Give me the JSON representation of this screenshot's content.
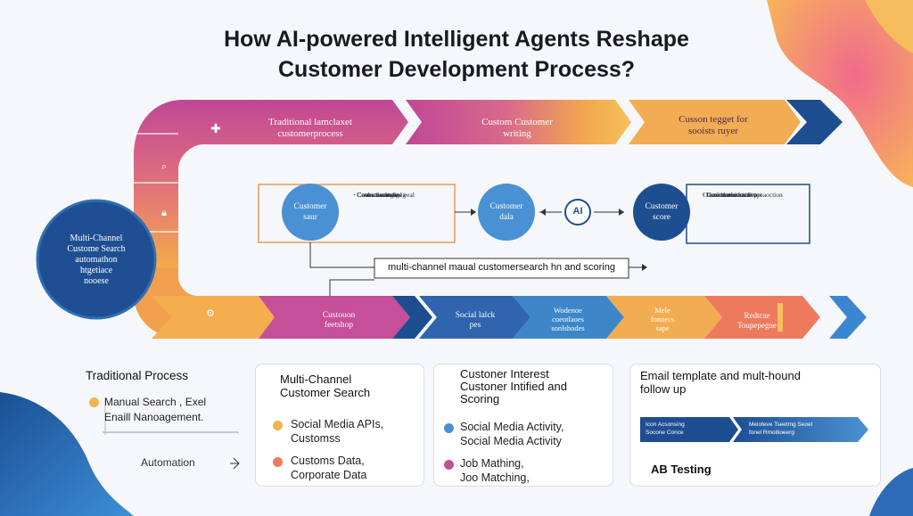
{
  "title": {
    "line1": "How AI-powered Intelligent Agents Reshape",
    "line2": "Customer Development Process?"
  },
  "top_band": {
    "stage1": "Traditional lamclaxet\ncustomerprocess",
    "stage2": "Custom Customer\nwriting",
    "stage3": "Cusson tegget for\nsooists ruyer"
  },
  "left_circle": {
    "label": "Multi-Channel\nCustome Search\nautomathon\nhtgetiace\nnooese"
  },
  "middle": {
    "node1": {
      "label": "Customer\nsaur",
      "notes": [
        "· Cookcte aoteaml eeal",
        "· Cnoocaserlagie",
        "· Cetcec socetarg",
        "· Ceee sosocnes",
        "· Costrs Sumedineg"
      ]
    },
    "node2": {
      "label": "Customer\ndala"
    },
    "ai_badge": "AI",
    "node3": {
      "label": "Customer\nscore",
      "notes": [
        "· Ucaitmet asktcte",
        "Cusectcntter",
        "· Ceeicsnnloesnoeropt",
        "· Cutedt secitoachitt",
        "· Gaeual snnoctish proaoction"
      ]
    },
    "caption": "multi-channel maual customersearch hn and scoring"
  },
  "bottom_band": {
    "s1": "Custouon\nfeetshop",
    "s2": "Social lalck\npes",
    "s3": "Wodenoe\ncoeotlaoes\nsonlshodes",
    "s4": "Mele\nfonoecs\nsape",
    "s5": "Redtcae\nToupepegne"
  },
  "traditional": {
    "title": "Traditional Process",
    "item": "Manual Search , Exel\nEnaill Nanoagement.",
    "automation": "Automation",
    "arrow": "→"
  },
  "cards": [
    {
      "title": "Multi-Channel\nCustomer Search",
      "items": [
        "Social Media APIs,\nCustomss",
        "Customs Data,\nCorporate Data"
      ]
    },
    {
      "title": "Custoner Interest\nCustoner Intified and\nScoring",
      "items": [
        "Social Media Activity,\nSocial Media Activity",
        "Job Mathing,\nJoo Matching,"
      ]
    },
    {
      "title": "Email template and mult-hound\nfollow up",
      "strip_left": "Icon Acsonsing\nSocone Conce",
      "strip_right": "Meloteve Tseetmg Seoel\nfonel Rmoitioeerg",
      "foot": "AB Testing"
    }
  ],
  "icons": {
    "plus": "plus-icon",
    "search": "magnifier-icon",
    "lock": "lock-icon",
    "gear": "gear-icon"
  },
  "colors": {
    "magenta": "#c95099",
    "orange": "#f2a84e",
    "navy": "#1d4e8f",
    "blue": "#3d7fc4"
  }
}
